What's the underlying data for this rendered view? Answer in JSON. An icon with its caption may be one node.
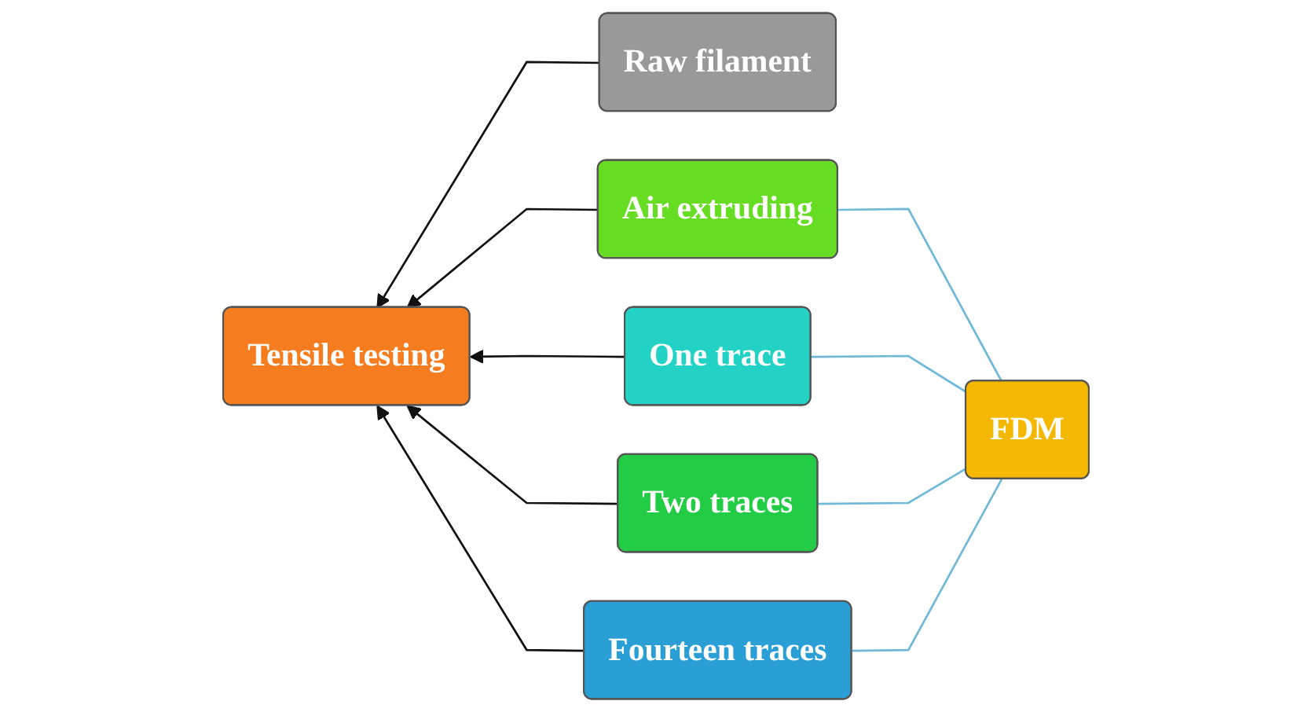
{
  "diagram": {
    "nodes": [
      {
        "text": [
          "Air extruding"
        ]
      },
      {
        "text": [
          "Raw filament"
        ]
      },
      {
        "text": [
          "One trace"
        ]
      },
      {
        "text": [
          "FDM"
        ]
      },
      {
        "text": [
          "Two traces"
        ]
      },
      {
        "text": [
          "Tensile testing"
        ]
      },
      {
        "text": [
          "Fourteen traces"
        ]
      }
    ],
    "edges": [
      {
        "from": 3,
        "to": 0,
        "arrow": "none",
        "color": "#6fb8d8"
      },
      {
        "from": 3,
        "to": 2,
        "arrow": "none",
        "color": "#6fb8d8"
      },
      {
        "from": 3,
        "to": 4,
        "arrow": "none",
        "color": "#6fb8d8"
      },
      {
        "from": 3,
        "to": 6,
        "arrow": "none",
        "color": "#6fb8d8"
      },
      {
        "from": 1,
        "to": 5,
        "arrow": "to"
      },
      {
        "from": 0,
        "to": 5,
        "arrow": "to"
      },
      {
        "from": 2,
        "to": 5,
        "arrow": "to"
      },
      {
        "from": 4,
        "to": 5,
        "arrow": "to"
      },
      {
        "from": 6,
        "to": 5,
        "arrow": "to"
      }
    ]
  }
}
